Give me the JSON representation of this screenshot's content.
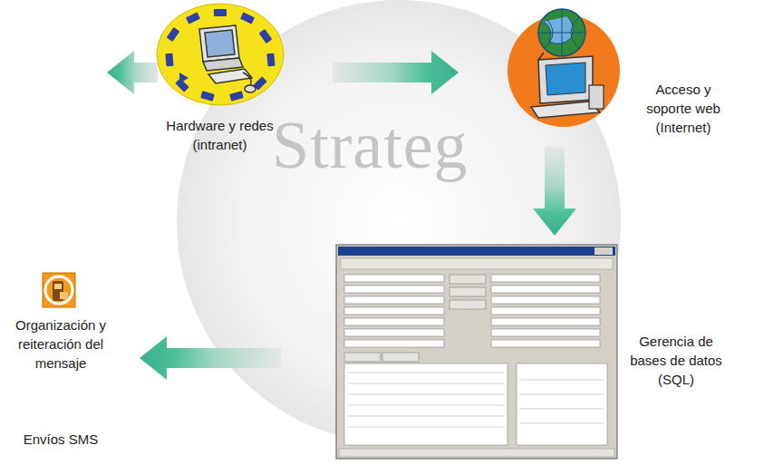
{
  "diagram": {
    "nodes": [
      {
        "text": [
          "Hardware y redes (intranet)"
        ]
      },
      {
        "text": [
          "Acceso y soporte web (Internet)"
        ]
      },
      {
        "text": [
          "Gerencia de bases de datos (SQL)"
        ]
      },
      {
        "text": [
          "Organización y reiteración del mensaje",
          "Envíos SMS"
        ]
      }
    ],
    "edges": [
      {
        "from": 0,
        "to": 1,
        "arrow": "to"
      },
      {
        "from": 1,
        "to": 2,
        "arrow": "to"
      },
      {
        "from": 2,
        "to": 3,
        "arrow": "to"
      },
      {
        "from": 3,
        "to": 0,
        "arrow": "to"
      }
    ],
    "labels": [
      "Strateg"
    ]
  }
}
